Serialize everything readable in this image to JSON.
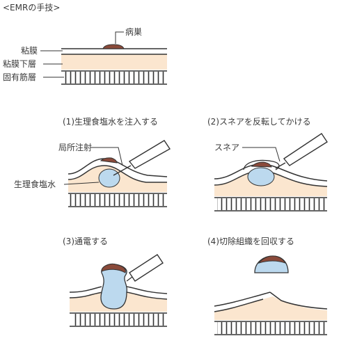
{
  "title": "<EMRの手技>",
  "labels": {
    "lesion": "病巣",
    "mucosa": "粘膜",
    "submucosa": "粘膜下層",
    "muscularis": "固有筋層",
    "local_injection": "局所注射",
    "saline": "生理食塩水",
    "snare": "スネア"
  },
  "steps": [
    {
      "label": "(1)生理食塩水を注入する"
    },
    {
      "label": "(2)スネアを反転してかける"
    },
    {
      "label": "(3)通電する"
    },
    {
      "label": "(4)切除組織を回収する"
    }
  ],
  "colors": {
    "submucosa_fill": "#fbe6cf",
    "lesion_fill": "#8a4a3a",
    "saline_fill": "#bcd9ee",
    "line": "#333333"
  }
}
